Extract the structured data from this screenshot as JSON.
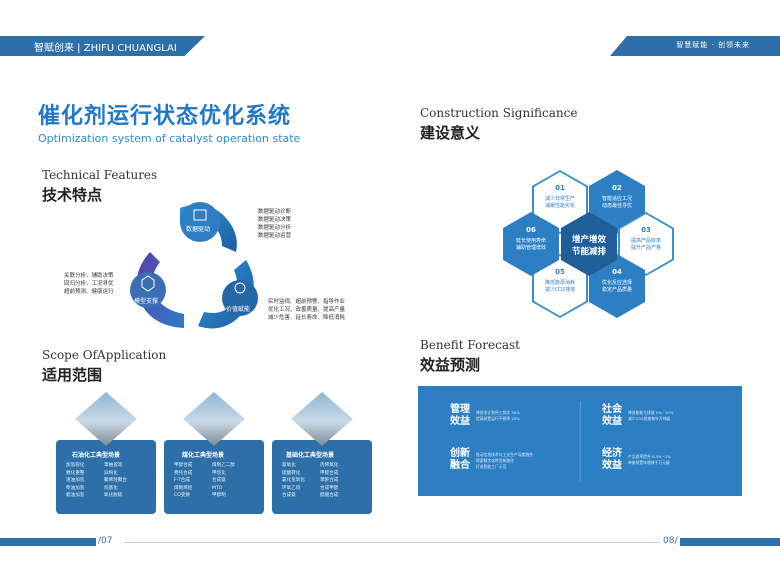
{
  "header": {
    "left_text": "智赋创来 | ZHIFU CHUANGLAI",
    "right_text": "智慧赋能 · 创领未来"
  },
  "title": {
    "cn": "催化剂运行状态优化系统",
    "en": "Optimization system of catalyst operation state"
  },
  "technical": {
    "heading_en": "Technical Features",
    "heading_cn": "技术特点",
    "nodes": {
      "data": "数据驱动",
      "model": "模型支撑",
      "value": "价值赋能"
    },
    "data_items": [
      "数据驱动诊断",
      "数据驱动决策",
      "数据驱动分析",
      "数据驱动运营"
    ],
    "model_items": [
      "关联分析、辅助决策",
      "回归分析、工况寻优",
      "超前预测、健康运行"
    ],
    "value_items": [
      "实时监视、超前预警、指导作业",
      "优化工况、改善质量、提高产量",
      "减少危害、延长寿命、降低消耗"
    ]
  },
  "scope": {
    "heading_en": "Scope OfApplication",
    "heading_cn": "适用范围",
    "cards": [
      {
        "title": "石油化工典型场景",
        "items": [
          "加氢裂化",
          "催化重整",
          "渣油加氢",
          "柴油加氢",
          "蜡油加氢",
          "苯抽提等",
          "异构化",
          "聚烯烃聚合",
          "烷基化",
          "氧化脱硫"
        ]
      },
      {
        "title": "煤化工典型场景",
        "items": [
          "甲醇合成",
          "费托合成",
          "F-T合成",
          "煤制烯烃",
          "CO变换",
          "煤制乙二醇",
          "甲烷化",
          "合成氨",
          "MTO",
          "甲醇制"
        ]
      },
      {
        "title": "基础化工典型场景",
        "items": [
          "氨氧化",
          "硫酸转化",
          "氯化氢氧化",
          "环氧乙烷",
          "合成氨",
          "丙烯氧化",
          "甲醛合成",
          "苯酐合成",
          "合成甲醇",
          "醋酸合成"
        ]
      }
    ]
  },
  "construction": {
    "heading_en": "Construction Significance",
    "heading_cn": "建设意义",
    "center": "增产增效节能减排",
    "center_line1": "增产增效",
    "center_line2": "节能减排",
    "hexes": [
      {
        "num": "01",
        "line1": "减少非常生产",
        "line2": "减缓性能劣化"
      },
      {
        "num": "02",
        "line1": "智能适应工况",
        "line2": "动态最佳寻优"
      },
      {
        "num": "03",
        "line1": "提高产品收率",
        "line2": "提升产品产量"
      },
      {
        "num": "04",
        "line1": "优化反应选择",
        "line2": "稳定产品质量"
      },
      {
        "num": "05",
        "line1": "降低能源消耗",
        "line2": "减少CO2排放"
      },
      {
        "num": "06",
        "line1": "延长使用寿命",
        "line2": "辅助管理增效"
      }
    ]
  },
  "benefit": {
    "heading_en": "Benefit Forecast",
    "heading_cn": "效益预测",
    "blocks": [
      {
        "label1": "管理",
        "label2": "效益",
        "lines": [
          "降低非计划停工频次 30%",
          "提高装置运行平稳率 25%"
        ]
      },
      {
        "label1": "社会",
        "label2": "效益",
        "lines": [
          "降低能耗与排放 5%~10%",
          "减少CO2排放每年万吨级"
        ]
      },
      {
        "label1": "创新",
        "label2": "融合",
        "lines": [
          "推动信息技术与工业生产深度融合",
          "探索数字化转型新路径",
          "打造智能工厂示范"
        ]
      },
      {
        "label1": "经济",
        "label2": "效益",
        "lines": [
          "产品收率提升 0.5%~2%",
          "单套装置年增效千万元级"
        ]
      }
    ]
  },
  "footer": {
    "left_page": "/07",
    "right_page": "08/"
  },
  "colors": {
    "brand": "#2d6fa8",
    "accent": "#1f78c8",
    "panel": "#2d7fc4"
  }
}
